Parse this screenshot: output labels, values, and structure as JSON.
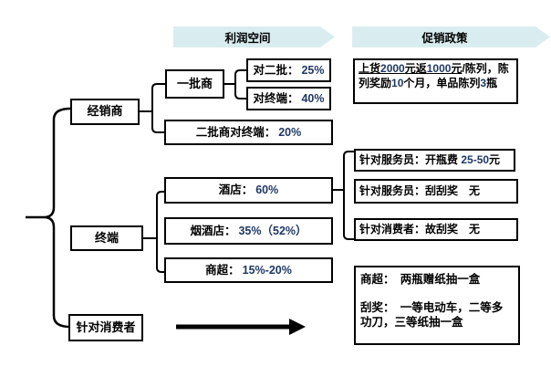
{
  "colors": {
    "banner_fill": "#d9edf0",
    "number_text": "#1f3864",
    "line": "#000000"
  },
  "headers": {
    "profit": "利润空间",
    "promotion": "促销政策"
  },
  "left_nodes": {
    "distributor": "经销商",
    "terminal": "终端",
    "consumer": "针对消费者"
  },
  "profit_nodes": {
    "first_tier": "一批商",
    "to_second_tier": {
      "label": "对二批：",
      "value": "25%"
    },
    "to_terminal": {
      "label": "对终端：",
      "value": "40%"
    },
    "second_tier_to_terminal": {
      "label": "二批商对终端：",
      "value": "20%"
    },
    "hotel": {
      "label": "酒店：",
      "value": "60%"
    },
    "tobacco_shop": {
      "label": "烟酒店：",
      "value": "35%（52%）"
    },
    "supermarket": {
      "label": "商超：",
      "value": "15%-20%"
    }
  },
  "promotion_nodes": {
    "distributor_policy": {
      "seg1": "上货",
      "seg2": "2000",
      "seg3": "元返",
      "seg4": "1000",
      "seg5": "元",
      "seg6": "/陈列，陈列奖励",
      "seg7": "10",
      "seg8": "个月，单品陈列",
      "seg9": "3",
      "seg10": "瓶"
    },
    "waiter_open_fee": {
      "pre": "针对服务员：开瓶费 ",
      "num": "25-50",
      "post": "元"
    },
    "waiter_scratch": "针对服务员：刮刮奖　无",
    "consumer_scratch": "针对消费者：故刮奖　无",
    "consumer_policy": {
      "line1": "商超：　两瓶赠纸抽一盒",
      "line2": "刮奖：　一等电动车，二等多功刀，三等纸抽一盒"
    }
  }
}
